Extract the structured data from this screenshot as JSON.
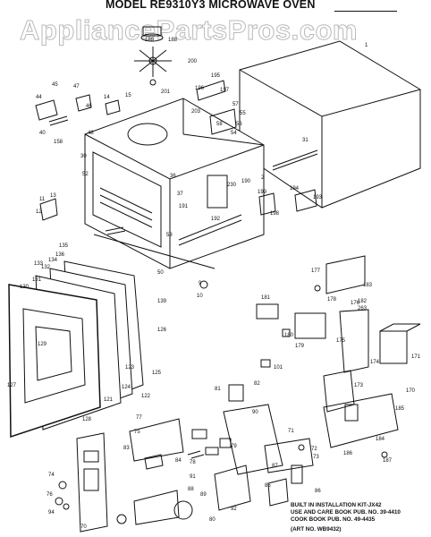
{
  "title": "MODEL RE9310Y3 MICROWAVE OVEN",
  "watermark": "AppliancePartsPros.com",
  "footer": {
    "line1": "BUILT IN INSTALLATION KIT-JX42",
    "line2": "USE AND CARE BOOK PUB. NO. 39-4410",
    "line3": "COOK BOOK PUB. NO. 49-4435",
    "line4": "(ART NO. WB9432)"
  },
  "callouts": [
    "1",
    "2",
    "9",
    "10",
    "11",
    "12",
    "13",
    "14",
    "15",
    "30",
    "31",
    "36",
    "37",
    "40",
    "44",
    "45",
    "46",
    "47",
    "48",
    "50",
    "52",
    "53",
    "54",
    "55",
    "56",
    "57",
    "58",
    "70",
    "71",
    "72",
    "73",
    "74",
    "75",
    "76",
    "77",
    "78",
    "79",
    "80",
    "81",
    "82",
    "83",
    "84",
    "85",
    "86",
    "87",
    "88",
    "89",
    "90",
    "91",
    "92",
    "94",
    "101",
    "121",
    "122",
    "123",
    "124",
    "125",
    "126",
    "127",
    "128",
    "129",
    "130",
    "131",
    "132",
    "133",
    "134",
    "135",
    "136",
    "139",
    "158",
    "170",
    "171",
    "173",
    "174",
    "175",
    "176",
    "177",
    "178",
    "179",
    "180",
    "181",
    "182",
    "183",
    "184",
    "185",
    "186",
    "187",
    "188",
    "189",
    "190",
    "191",
    "192",
    "193",
    "194",
    "195",
    "196",
    "197",
    "198",
    "199",
    "200",
    "201",
    "203",
    "230",
    "263"
  ]
}
